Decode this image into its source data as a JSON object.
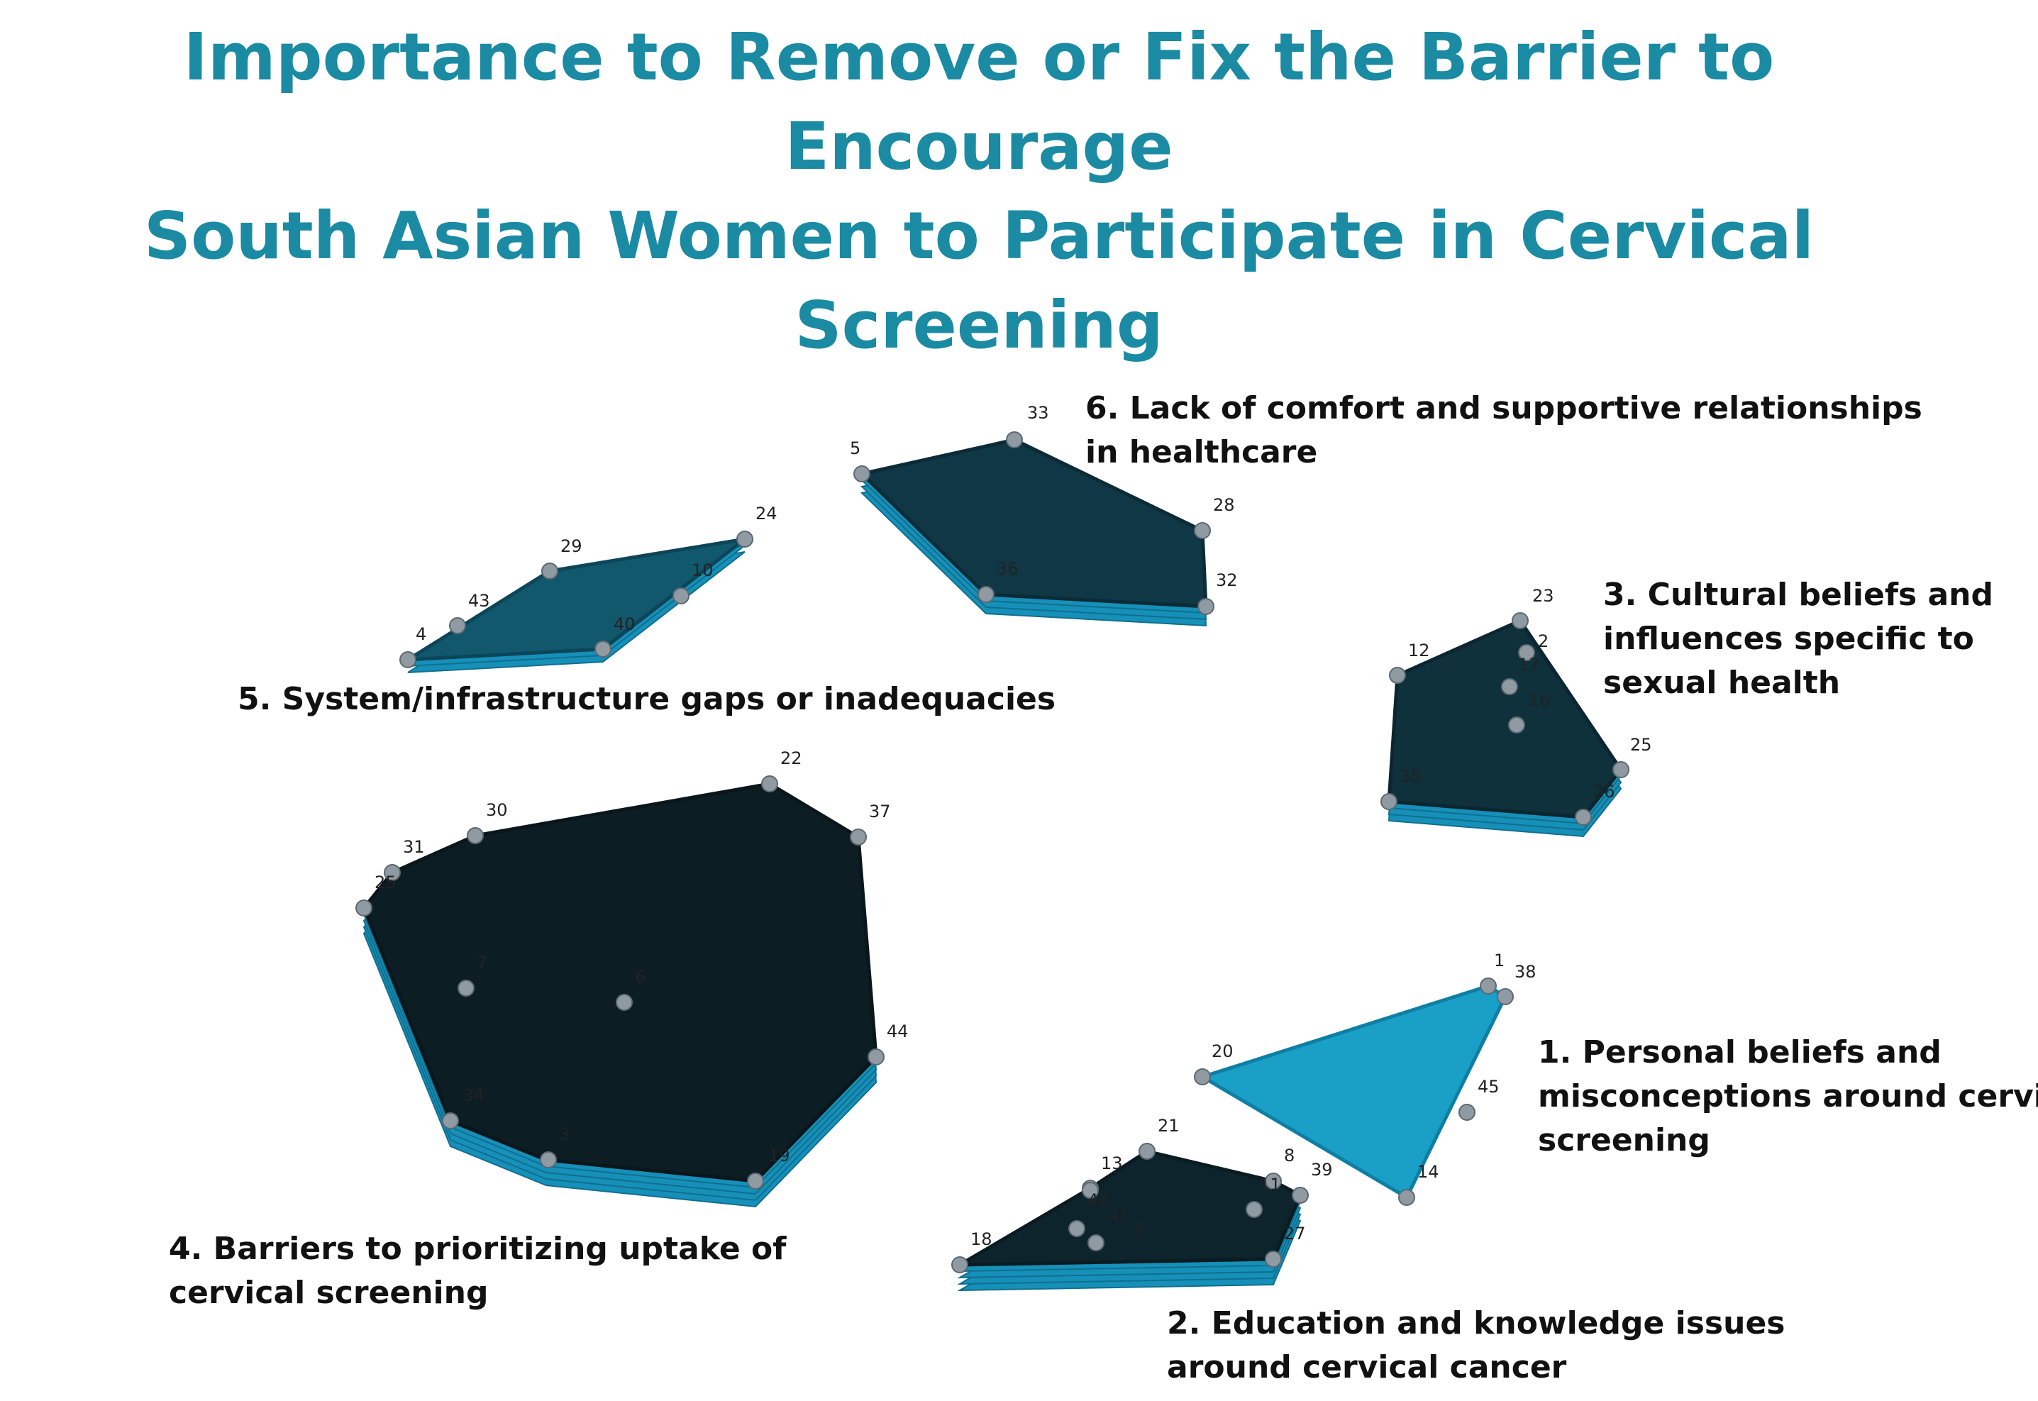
{
  "title_lines": [
    "Importance to Remove or Fix the Barrier to Encourage",
    "South Asian Women to Participate in Cervical",
    "Screening"
  ],
  "colors": {
    "title": "#1b8aa3",
    "rating_low": "#1a9fc7",
    "rating_high": "#0c1d24",
    "layer_edge": "#1690b8",
    "point": "#8f9aa3"
  },
  "clusters": [
    {
      "label": [
        "6. Lack of comfort and supportive relationships",
        "in healthcare"
      ],
      "layers": 4,
      "rating": 0.8,
      "points": [
        "5",
        "33",
        "28",
        "32",
        "36"
      ]
    },
    {
      "label": [
        "5. System/infrastructure gaps or inadequacies"
      ],
      "layers": 3,
      "rating": 0.55,
      "points": [
        "24",
        "29",
        "10",
        "43",
        "40",
        "4"
      ]
    },
    {
      "label": [
        "3. Cultural beliefs and",
        "influences specific to",
        "sexual health"
      ],
      "layers": 4,
      "rating": 0.85,
      "points": [
        "23",
        "12",
        "2",
        "17",
        "16",
        "25",
        "35",
        "26"
      ]
    },
    {
      "label": [
        "4. Barriers to prioritizing uptake of",
        "cervical screening"
      ],
      "layers": 5,
      "rating": 1.0,
      "points": [
        "22",
        "30",
        "37",
        "31",
        "25",
        "7",
        "6",
        "44",
        "34",
        "3",
        "19"
      ]
    },
    {
      "label": [
        "1. Personal beliefs and",
        "misconceptions around cervical",
        "screening"
      ],
      "layers": 1,
      "rating": 0.0,
      "points": [
        "1",
        "38",
        "20",
        "45",
        "14"
      ]
    },
    {
      "label": [
        "2. Education and knowledge issues",
        "around cervical cancer"
      ],
      "layers": 5,
      "rating": 0.95,
      "points": [
        "21",
        "13",
        "8",
        "11",
        "39",
        "42",
        "41",
        "9",
        "18",
        "27"
      ]
    }
  ]
}
